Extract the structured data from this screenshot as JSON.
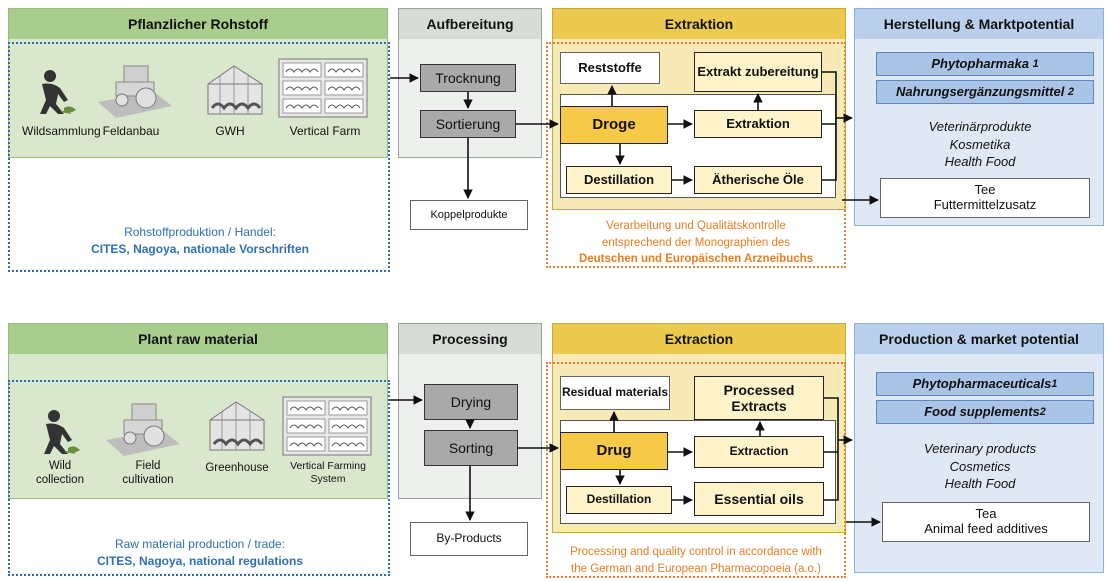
{
  "german": {
    "col1_title": "Pflanzlicher Rohstoff",
    "col2_title": "Aufbereitung",
    "col3_title": "Extraktion",
    "col4_title": "Herstellung & Marktpotential",
    "icons": [
      {
        "label": "Wildsammlung",
        "icon": "person-gathering-icon"
      },
      {
        "label": "Feldanbau",
        "icon": "tractor-icon"
      },
      {
        "label": "GWH",
        "icon": "greenhouse-icon"
      },
      {
        "label": "Vertical Farm",
        "icon": "vertical-farm-icon"
      }
    ],
    "step_drying": "Trocknung",
    "step_sorting": "Sortierung",
    "byproducts": "Koppelprodukte",
    "residues": "Reststoffe",
    "drug": "Droge",
    "extract_prep": "Extrakt zubereitung",
    "extraction": "Extraktion",
    "distillation": "Destillation",
    "essential_oils": "Ätherische Öle",
    "product1": "Phytopharmaka",
    "product1_sup": "1",
    "product2": "Nahrungsergänzungsmittel",
    "product2_sup": "2",
    "products_other": [
      "Veterinärprodukte",
      "Kosmetika",
      "Health Food"
    ],
    "tea_box": [
      "Tee",
      "Futtermittelzusatz"
    ],
    "raw_note_line1": "Rohstoffproduktion / Handel:",
    "raw_note_line2": "CITES, Nagoya, nationale Vorschriften",
    "qc_note_line1": "Verarbeitung und Qualitätskontrolle",
    "qc_note_line2": "entsprechend der Monographien des",
    "qc_note_line3": "Deutschen und Europäischen Arzneibuchs"
  },
  "english": {
    "col1_title": "Plant raw material",
    "col2_title": "Processing",
    "col3_title": "Extraction",
    "col4_title": "Production & market potential",
    "icons": [
      {
        "label": "Wild collection",
        "icon": "person-gathering-icon"
      },
      {
        "label": "Field cultivation",
        "icon": "tractor-icon"
      },
      {
        "label": "Greenhouse",
        "icon": "greenhouse-icon"
      },
      {
        "label": "Vertical Farming System",
        "icon": "vertical-farm-icon"
      }
    ],
    "step_drying": "Drying",
    "step_sorting": "Sorting",
    "byproducts": "By-Products",
    "residues": "Residual materials",
    "drug": "Drug",
    "extract_prep": "Processed Extracts",
    "extraction": "Extraction",
    "distillation": "Destillation",
    "essential_oils": "Essential oils",
    "product1": "Phytopharmaceuticals",
    "product1_sup": "1",
    "product2": "Food supplements",
    "product2_sup": "2",
    "products_other": [
      "Veterinary products",
      "Cosmetics",
      "Health Food"
    ],
    "tea_box": [
      "Tea",
      "Animal feed additives"
    ],
    "raw_note_line1": "Raw material production / trade:",
    "raw_note_line2": "CITES, Nagoya, national regulations",
    "qc_note_line1": "Processing and quality control in accordance with",
    "qc_note_line2": "the German and European Pharmacopoeia (a.o.)"
  },
  "colors": {
    "green_header": "#a9cd8c",
    "grey_header": "#d8dcd7",
    "gold_header": "#ecc94f",
    "blue_header": "#b9cfeb",
    "drug_fill": "#f7c948",
    "blue_dotted": "#2a6fb3",
    "orange_dotted": "#ee7f31"
  }
}
